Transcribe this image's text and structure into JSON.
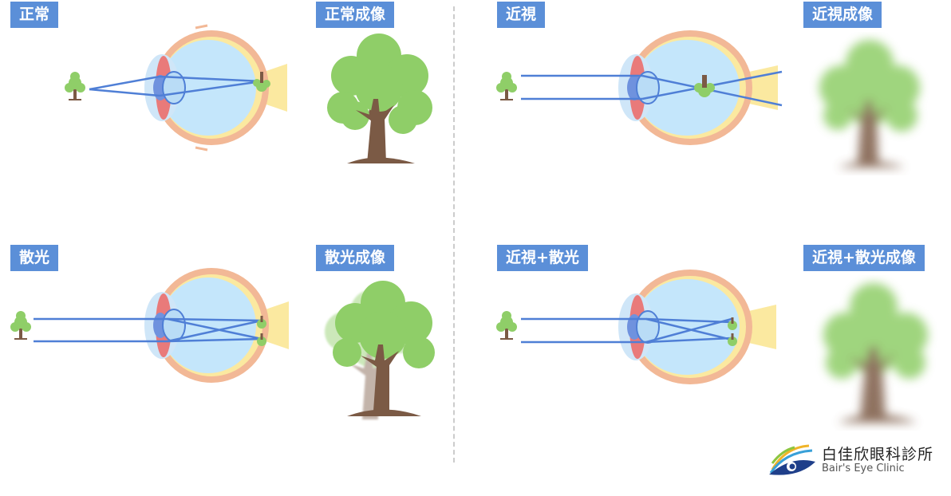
{
  "colors": {
    "label_bg": "#5b8fd8",
    "ray": "#4f7fd6",
    "sclera": "#f2b896",
    "cornea": "#cfe6f8",
    "iris": "#e97a7a",
    "lens": "#7fb2ec",
    "vitreous": "#c4e6fb",
    "retina": "#fbe9a0",
    "foliage": "#8fce68",
    "trunk": "#7b5a45"
  },
  "panels": [
    {
      "id": "normal",
      "label": "正常",
      "image_label": "正常成像"
    },
    {
      "id": "myopia",
      "label": "近視",
      "image_label": "近視成像"
    },
    {
      "id": "astigmatism",
      "label": "散光",
      "image_label": "散光成像"
    },
    {
      "id": "myopia-astigmatism",
      "label": "近視+散光",
      "image_label": "近視+散光成像"
    }
  ],
  "logo": {
    "name_zh": "白佳欣眼科診所",
    "name_en": "Bair's Eye Clinic"
  }
}
